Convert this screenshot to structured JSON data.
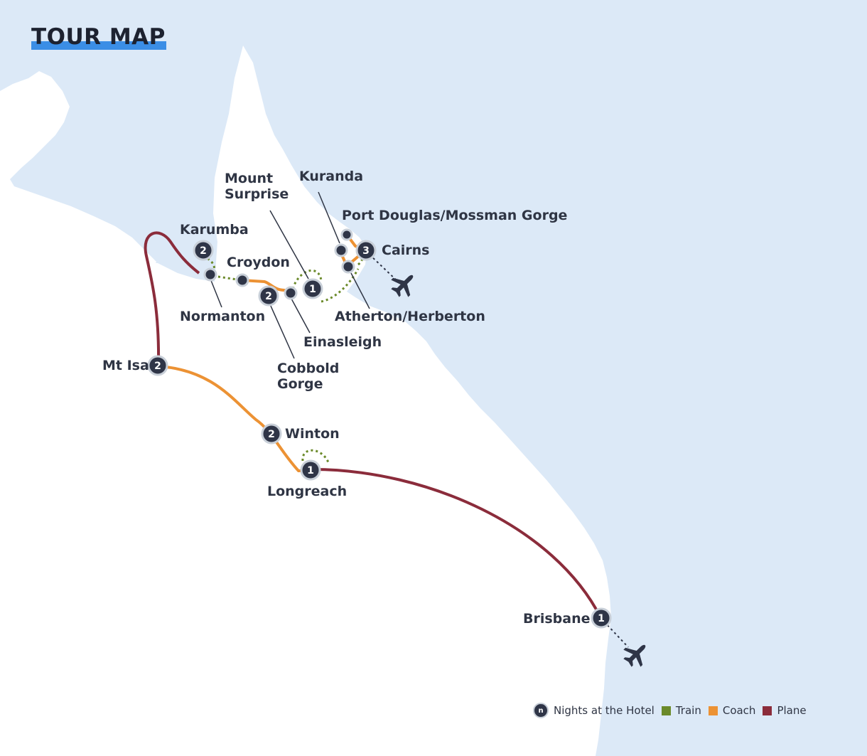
{
  "title": "TOUR MAP",
  "colors": {
    "ocean": "#dce9f7",
    "land": "#ffffff",
    "train": "#6b8a2a",
    "coach": "#ec9234",
    "plane": "#8b2c3b",
    "badge": "#2f3547",
    "badge_ring": "#c8cfd8"
  },
  "places": [
    {
      "name": "Karumba",
      "nights": "2"
    },
    {
      "name": "Normanton",
      "nights": ""
    },
    {
      "name": "Croydon",
      "nights": ""
    },
    {
      "name": "Cobbold Gorge",
      "nights": "2"
    },
    {
      "name": "Einasleigh",
      "nights": ""
    },
    {
      "name": "Mount Surprise",
      "nights": "1"
    },
    {
      "name": "Kuranda",
      "nights": ""
    },
    {
      "name": "Port Douglas/Mossman Gorge",
      "nights": ""
    },
    {
      "name": "Cairns",
      "nights": "3"
    },
    {
      "name": "Atherton/Herberton",
      "nights": ""
    },
    {
      "name": "Mt Isa",
      "nights": "2"
    },
    {
      "name": "Winton",
      "nights": "2"
    },
    {
      "name": "Longreach",
      "nights": "1"
    },
    {
      "name": "Brisbane",
      "nights": "1"
    }
  ],
  "labels": {
    "karumba": "Karumba",
    "normanton": "Normanton",
    "croydon": "Croydon",
    "cobbold_1": "Cobbold",
    "cobbold_2": "Gorge",
    "einasleigh": "Einasleigh",
    "mount_surprise_1": "Mount",
    "mount_surprise_2": "Surprise",
    "kuranda": "Kuranda",
    "port_douglas": "Port Douglas/Mossman Gorge",
    "cairns": "Cairns",
    "atherton": "Atherton/Herberton",
    "mt_isa": "Mt Isa",
    "winton": "Winton",
    "longreach": "Longreach",
    "brisbane": "Brisbane"
  },
  "badges": {
    "karumba": "2",
    "cobbold": "2",
    "mount_surprise": "1",
    "cairns": "3",
    "mt_isa": "2",
    "winton": "2",
    "longreach": "1",
    "brisbane": "1"
  },
  "legend": {
    "badge_symbol": "n",
    "nights": "Nights at the Hotel",
    "train": "Train",
    "coach": "Coach",
    "plane": "Plane"
  },
  "icons": [
    "airplane-icon",
    "airplane-icon"
  ]
}
